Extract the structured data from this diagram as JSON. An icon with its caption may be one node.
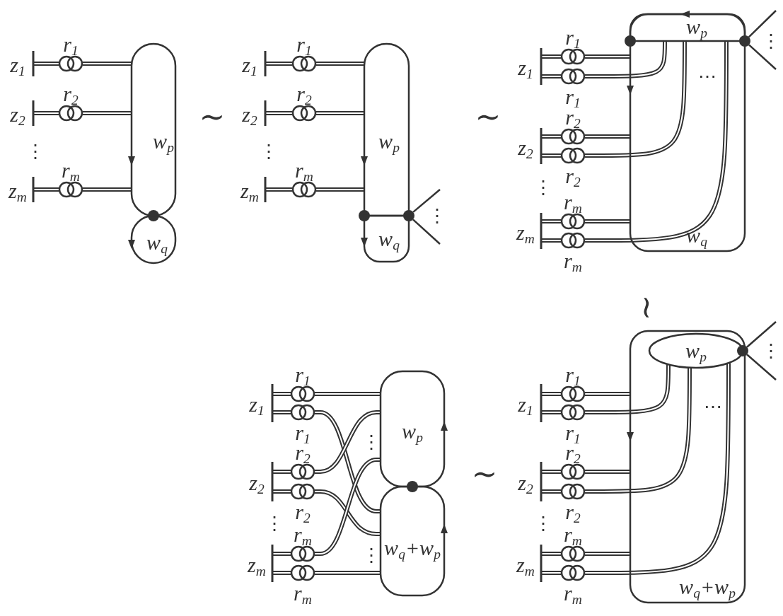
{
  "diagram": {
    "nodes": [
      {
        "text": [
          "z$_{1}$"
        ]
      },
      {
        "text": [
          "r$_{1}$"
        ]
      },
      {
        "text": [
          "z$_{2}$"
        ]
      },
      {
        "text": [
          "r$_{2}$"
        ]
      },
      {
        "text": [
          "z$_{m}$"
        ]
      },
      {
        "text": [
          "r$_{m}$"
        ]
      },
      {
        "text": [
          "w$_{p}$"
        ]
      },
      {
        "text": [],
        "shape": "circle"
      },
      {
        "text": [
          "w$_{q}$"
        ]
      },
      {
        "text": [
          "z$_{1}$"
        ]
      },
      {
        "text": [
          "r$_{1}$"
        ]
      },
      {
        "text": [
          "z$_{2}$"
        ]
      },
      {
        "text": [
          "r$_{2}$"
        ]
      },
      {
        "text": [
          "z$_{m}$"
        ]
      },
      {
        "text": [
          "r$_{m}$"
        ]
      },
      {
        "text": [
          "w$_{p}$"
        ]
      },
      {
        "text": [],
        "shape": "circle"
      },
      {
        "text": [],
        "shape": "circle"
      },
      {
        "text": [
          "w$_{q}$"
        ]
      },
      {
        "text": [
          "z$_{1}$"
        ]
      },
      {
        "text": [
          "r$_{1}$"
        ]
      },
      {
        "text": [
          "r$_{1}$"
        ]
      },
      {
        "text": [
          "z$_{2}$"
        ]
      },
      {
        "text": [
          "r$_{2}$"
        ]
      },
      {
        "text": [
          "r$_{2}$"
        ]
      },
      {
        "text": [
          "z$_{m}$"
        ]
      },
      {
        "text": [
          "r$_{m}$"
        ]
      },
      {
        "text": [
          "r$_{m}$"
        ]
      },
      {
        "text": [
          "w$_{q}$"
        ]
      },
      {
        "text": [
          "w$_{p}$"
        ],
        "in": 28
      },
      {
        "text": [],
        "shape": "circle"
      },
      {
        "text": [],
        "shape": "circle"
      },
      {
        "text": [
          "z$_{1}$"
        ]
      },
      {
        "text": [
          "r$_{1}$"
        ]
      },
      {
        "text": [
          "r$_{1}$"
        ]
      },
      {
        "text": [
          "z$_{2}$"
        ]
      },
      {
        "text": [
          "r$_{2}$"
        ]
      },
      {
        "text": [
          "r$_{2}$"
        ]
      },
      {
        "text": [
          "z$_{m}$"
        ]
      },
      {
        "text": [
          "r$_{m}$"
        ]
      },
      {
        "text": [
          "r$_{m}$"
        ]
      },
      {
        "text": [
          "w$_{p}$"
        ]
      },
      {
        "text": [],
        "shape": "circle"
      },
      {
        "text": [
          "w$_{q}$+w$_{p}$"
        ]
      },
      {
        "text": [
          "z$_{1}$"
        ]
      },
      {
        "text": [
          "r$_{1}$"
        ]
      },
      {
        "text": [
          "r$_{1}$"
        ]
      },
      {
        "text": [
          "z$_{2}$"
        ]
      },
      {
        "text": [
          "r$_{2}$"
        ]
      },
      {
        "text": [
          "r$_{2}$"
        ]
      },
      {
        "text": [
          "z$_{m}$"
        ]
      },
      {
        "text": [
          "r$_{m}$"
        ]
      },
      {
        "text": [
          "r$_{m}$"
        ]
      },
      {
        "text": [
          "w$_{q}$+w$_{p}$"
        ]
      },
      {
        "text": [
          "w$_{p}$"
        ],
        "in": 53
      },
      {
        "text": [],
        "shape": "circle"
      }
    ],
    "edges": [
      {
        "from": 0,
        "to": 1,
        "arrow": "none"
      },
      {
        "from": 1,
        "to": 6,
        "arrow": "none"
      },
      {
        "from": 2,
        "to": 3,
        "arrow": "none"
      },
      {
        "from": 3,
        "to": 6,
        "arrow": "none"
      },
      {
        "from": 4,
        "to": 5,
        "arrow": "none"
      },
      {
        "from": 5,
        "to": 6,
        "arrow": "none"
      },
      {
        "from": 9,
        "to": 10,
        "arrow": "none"
      },
      {
        "from": 10,
        "to": 15,
        "arrow": "none"
      },
      {
        "from": 11,
        "to": 12,
        "arrow": "none"
      },
      {
        "from": 12,
        "to": 15,
        "arrow": "none"
      },
      {
        "from": 13,
        "to": 14,
        "arrow": "none"
      },
      {
        "from": 14,
        "to": 15,
        "arrow": "none"
      },
      {
        "from": 17,
        "to": null,
        "arrow": "none"
      },
      {
        "from": 17,
        "to": null,
        "arrow": "none"
      },
      {
        "from": 19,
        "to": 20,
        "arrow": "none"
      },
      {
        "from": 19,
        "to": 21,
        "arrow": "none"
      },
      {
        "from": 20,
        "to": 28,
        "arrow": "none"
      },
      {
        "from": 21,
        "to": 29,
        "arrow": "none"
      },
      {
        "from": 22,
        "to": 23,
        "arrow": "none"
      },
      {
        "from": 22,
        "to": 24,
        "arrow": "none"
      },
      {
        "from": 23,
        "to": 28,
        "arrow": "none"
      },
      {
        "from": 24,
        "to": 29,
        "arrow": "none"
      },
      {
        "from": 25,
        "to": 26,
        "arrow": "none"
      },
      {
        "from": 25,
        "to": 27,
        "arrow": "none"
      },
      {
        "from": 26,
        "to": 28,
        "arrow": "none"
      },
      {
        "from": 27,
        "to": 29,
        "arrow": "none"
      },
      {
        "from": 31,
        "to": null,
        "arrow": "none"
      },
      {
        "from": 31,
        "to": null,
        "arrow": "none"
      },
      {
        "from": 32,
        "to": 33,
        "arrow": "none"
      },
      {
        "from": 32,
        "to": 34,
        "arrow": "none"
      },
      {
        "from": 33,
        "to": 41,
        "arrow": "none"
      },
      {
        "from": 34,
        "to": 43,
        "arrow": "none"
      },
      {
        "from": 35,
        "to": 36,
        "arrow": "none"
      },
      {
        "from": 35,
        "to": 37,
        "arrow": "none"
      },
      {
        "from": 36,
        "to": 41,
        "arrow": "none"
      },
      {
        "from": 37,
        "to": 43,
        "arrow": "none"
      },
      {
        "from": 38,
        "to": 39,
        "arrow": "none"
      },
      {
        "from": 38,
        "to": 40,
        "arrow": "none"
      },
      {
        "from": 39,
        "to": 41,
        "arrow": "none"
      },
      {
        "from": 40,
        "to": 43,
        "arrow": "none"
      },
      {
        "from": 44,
        "to": 45,
        "arrow": "none"
      },
      {
        "from": 44,
        "to": 46,
        "arrow": "none"
      },
      {
        "from": 45,
        "to": 53,
        "arrow": "none"
      },
      {
        "from": 46,
        "to": 54,
        "arrow": "none"
      },
      {
        "from": 47,
        "to": 48,
        "arrow": "none"
      },
      {
        "from": 47,
        "to": 49,
        "arrow": "none"
      },
      {
        "from": 48,
        "to": 53,
        "arrow": "none"
      },
      {
        "from": 49,
        "to": 54,
        "arrow": "none"
      },
      {
        "from": 50,
        "to": 51,
        "arrow": "none"
      },
      {
        "from": 50,
        "to": 52,
        "arrow": "none"
      },
      {
        "from": 51,
        "to": 53,
        "arrow": "none"
      },
      {
        "from": 52,
        "to": 54,
        "arrow": "none"
      },
      {
        "from": 55,
        "to": null,
        "arrow": "none"
      },
      {
        "from": 55,
        "to": null,
        "arrow": "none"
      }
    ],
    "labels": [
      "⋮",
      "∼",
      "⋮",
      "⋮",
      "∼",
      "⋮",
      "⋯",
      "⋮",
      "∼",
      "⋮",
      "⋮",
      "⋮",
      "∼",
      "⋮",
      "⋯",
      "⋮"
    ]
  }
}
